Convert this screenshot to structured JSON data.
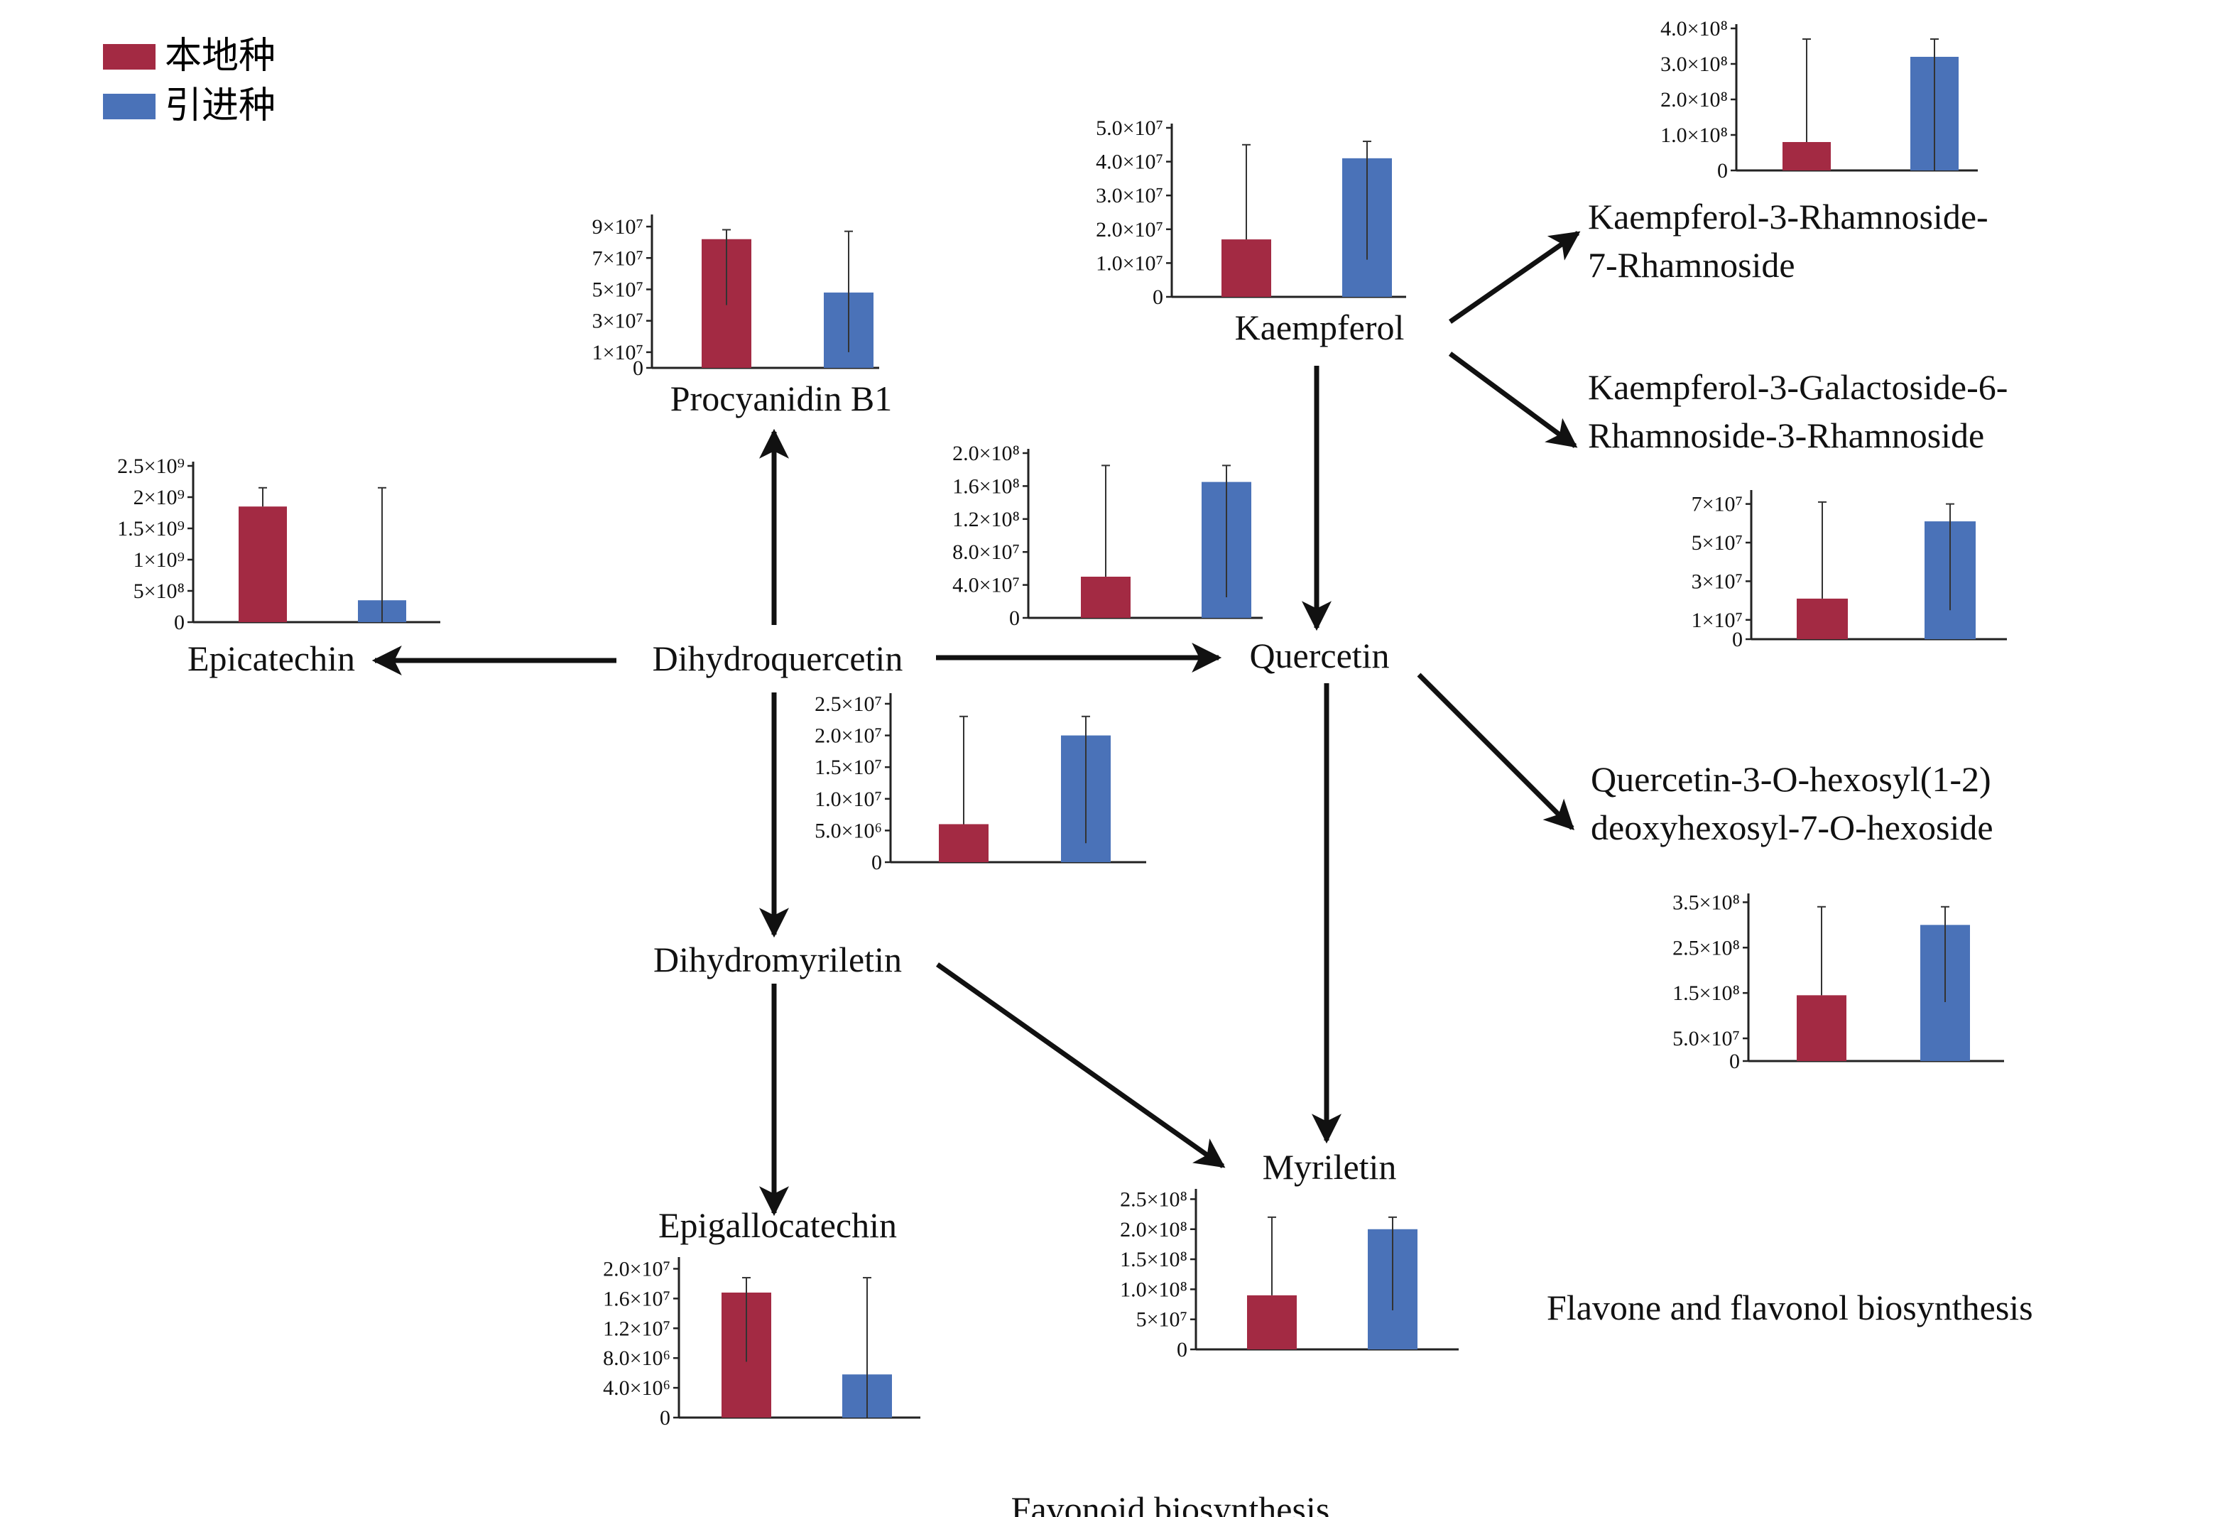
{
  "colors": {
    "local": "#a32a43",
    "introduced": "#4a72b8",
    "axis": "#222222",
    "arrow": "#111111"
  },
  "legend": [
    {
      "label": "本地种",
      "color": "#a32a43"
    },
    {
      "label": "引进种",
      "color": "#4a72b8"
    }
  ],
  "compounds": {
    "kaempferol": "Kaempferol",
    "procyanidin": "Procyanidin B1",
    "epicatechin": "Epicatechin",
    "dihydroquercetin": "Dihydroquercetin",
    "quercetin": "Quercetin",
    "dihydromyriletin": "Dihydromyriletin",
    "epigallocatechin": "Epigallocatechin",
    "myriletin": "Myriletin",
    "kae_rham_1": "Kaempferol-3-Rhamnoside-",
    "kae_rham_2": "7-Rhamnoside",
    "kae_gal_1": "Kaempferol-3-Galactoside-6-",
    "kae_gal_2": "Rhamnoside-3-Rhamnoside",
    "que_hex_1": "Quercetin-3-O-hexosyl(1-2)",
    "que_hex_2": "deoxyhexosyl-7-O-hexoside"
  },
  "pathways": {
    "flavone": "Flavone and flavonol biosynthesis",
    "flavonoid": "Favonoid biosynthesis"
  },
  "chart_data": [
    {
      "id": "kaempferol",
      "type": "bar",
      "categories": [
        "本地种",
        "引进种"
      ],
      "values": [
        17000000.0,
        41000000.0
      ],
      "errors": [
        [
          17000000.0,
          45000000.0
        ],
        [
          11000000.0,
          46000000.0
        ]
      ],
      "ylim": [
        0,
        50000000.0
      ],
      "ticks": [
        {
          "v": 0,
          "label": "0"
        },
        {
          "v": 10000000.0,
          "label": "1.0×10⁷"
        },
        {
          "v": 20000000.0,
          "label": "2.0×10⁷"
        },
        {
          "v": 30000000.0,
          "label": "3.0×10⁷"
        },
        {
          "v": 40000000.0,
          "label": "4.0×10⁷"
        },
        {
          "v": 50000000.0,
          "label": "5.0×10⁷"
        }
      ]
    },
    {
      "id": "kae_rham",
      "type": "bar",
      "categories": [
        "本地种",
        "引进种"
      ],
      "values": [
        80000000.0,
        320000000.0
      ],
      "errors": [
        [
          80000000.0,
          370000000.0
        ],
        [
          0,
          370000000.0
        ]
      ],
      "ylim": [
        0,
        400000000.0
      ],
      "ticks": [
        {
          "v": 0,
          "label": "0"
        },
        {
          "v": 100000000.0,
          "label": "1.0×10⁸"
        },
        {
          "v": 200000000.0,
          "label": "2.0×10⁸"
        },
        {
          "v": 300000000.0,
          "label": "3.0×10⁸"
        },
        {
          "v": 400000000.0,
          "label": "4.0×10⁸"
        }
      ]
    },
    {
      "id": "procyanidin",
      "type": "bar",
      "categories": [
        "本地种",
        "引进种"
      ],
      "values": [
        82000000.0,
        48000000.0
      ],
      "errors": [
        [
          40000000.0,
          88000000.0
        ],
        [
          10000000.0,
          87000000.0
        ]
      ],
      "ylim": [
        0,
        95000000.0
      ],
      "ticks": [
        {
          "v": 0,
          "label": "0"
        },
        {
          "v": 10000000.0,
          "label": "1×10⁷"
        },
        {
          "v": 30000000.0,
          "label": "3×10⁷"
        },
        {
          "v": 50000000.0,
          "label": "5×10⁷"
        },
        {
          "v": 70000000.0,
          "label": "7×10⁷"
        },
        {
          "v": 90000000.0,
          "label": "9×10⁷"
        }
      ]
    },
    {
      "id": "epicatechin",
      "type": "bar",
      "categories": [
        "本地种",
        "引进种"
      ],
      "values": [
        1850000000.0,
        350000000.0
      ],
      "errors": [
        [
          1850000000.0,
          2150000000.0
        ],
        [
          0,
          2150000000.0
        ]
      ],
      "ylim": [
        0,
        2500000000.0
      ],
      "ticks": [
        {
          "v": 0,
          "label": "0"
        },
        {
          "v": 500000000.0,
          "label": "5×10⁸"
        },
        {
          "v": 1000000000.0,
          "label": "1×10⁹"
        },
        {
          "v": 1500000000.0,
          "label": "1.5×10⁹"
        },
        {
          "v": 2000000000.0,
          "label": "2×10⁹"
        },
        {
          "v": 2500000000.0,
          "label": "2.5×10⁹"
        }
      ]
    },
    {
      "id": "quercetin",
      "type": "bar",
      "categories": [
        "本地种",
        "引进种"
      ],
      "values": [
        50000000.0,
        165000000.0
      ],
      "errors": [
        [
          50000000.0,
          185000000.0
        ],
        [
          25000000.0,
          185000000.0
        ]
      ],
      "ylim": [
        0,
        200000000.0
      ],
      "ticks": [
        {
          "v": 0,
          "label": "0"
        },
        {
          "v": 40000000.0,
          "label": "4.0×10⁷"
        },
        {
          "v": 80000000.0,
          "label": "8.0×10⁷"
        },
        {
          "v": 120000000.0,
          "label": "1.2×10⁸"
        },
        {
          "v": 160000000.0,
          "label": "1.6×10⁸"
        },
        {
          "v": 200000000.0,
          "label": "2.0×10⁸"
        }
      ]
    },
    {
      "id": "kae_gal",
      "type": "bar",
      "categories": [
        "本地种",
        "引进种"
      ],
      "values": [
        21000000.0,
        61000000.0
      ],
      "errors": [
        [
          21000000.0,
          71000000.0
        ],
        [
          15000000.0,
          70000000.0
        ]
      ],
      "ylim": [
        0,
        75000000.0
      ],
      "ticks": [
        {
          "v": 0,
          "label": "0"
        },
        {
          "v": 10000000.0,
          "label": "1×10⁷"
        },
        {
          "v": 30000000.0,
          "label": "3×10⁷"
        },
        {
          "v": 50000000.0,
          "label": "5×10⁷"
        },
        {
          "v": 70000000.0,
          "label": "7×10⁷"
        }
      ]
    },
    {
      "id": "dihydromyri",
      "type": "bar",
      "categories": [
        "本地种",
        "引进种"
      ],
      "values": [
        6000000.0,
        20000000.0
      ],
      "errors": [
        [
          6000000.0,
          23000000.0
        ],
        [
          3000000.0,
          23000000.0
        ]
      ],
      "ylim": [
        0,
        26000000.0
      ],
      "ticks": [
        {
          "v": 0,
          "label": "0"
        },
        {
          "v": 5000000.0,
          "label": "5.0×10⁶"
        },
        {
          "v": 10000000.0,
          "label": "1.0×10⁷"
        },
        {
          "v": 15000000.0,
          "label": "1.5×10⁷"
        },
        {
          "v": 20000000.0,
          "label": "2.0×10⁷"
        },
        {
          "v": 25000000.0,
          "label": "2.5×10⁷"
        }
      ]
    },
    {
      "id": "que_hex",
      "type": "bar",
      "categories": [
        "本地种",
        "引进种"
      ],
      "values": [
        145000000.0,
        300000000.0
      ],
      "errors": [
        [
          145000000.0,
          340000000.0
        ],
        [
          130000000.0,
          340000000.0
        ]
      ],
      "ylim": [
        0,
        360000000.0
      ],
      "ticks": [
        {
          "v": 0,
          "label": "0"
        },
        {
          "v": 50000000.0,
          "label": "5.0×10⁷"
        },
        {
          "v": 150000000.0,
          "label": "1.5×10⁸"
        },
        {
          "v": 250000000.0,
          "label": "2.5×10⁸"
        },
        {
          "v": 350000000.0,
          "label": "3.5×10⁸"
        }
      ]
    },
    {
      "id": "epigallo",
      "type": "bar",
      "categories": [
        "本地种",
        "引进种"
      ],
      "values": [
        16800000.0,
        5800000.0
      ],
      "errors": [
        [
          7500000.0,
          18800000.0
        ],
        [
          0,
          18800000.0
        ]
      ],
      "ylim": [
        0,
        21000000.0
      ],
      "ticks": [
        {
          "v": 0,
          "label": "0"
        },
        {
          "v": 4000000.0,
          "label": "4.0×10⁶"
        },
        {
          "v": 8000000.0,
          "label": "8.0×10⁶"
        },
        {
          "v": 12000000.0,
          "label": "1.2×10⁷"
        },
        {
          "v": 16000000.0,
          "label": "1.6×10⁷"
        },
        {
          "v": 20000000.0,
          "label": "2.0×10⁷"
        }
      ]
    },
    {
      "id": "myriletin",
      "type": "bar",
      "categories": [
        "本地种",
        "引进种"
      ],
      "values": [
        90000000.0,
        200000000.0
      ],
      "errors": [
        [
          90000000.0,
          220000000.0
        ],
        [
          65000000.0,
          220000000.0
        ]
      ],
      "ylim": [
        0,
        260000000.0
      ],
      "ticks": [
        {
          "v": 0,
          "label": "0"
        },
        {
          "v": 50000000.0,
          "label": "5×10⁷"
        },
        {
          "v": 100000000.0,
          "label": "1.0×10⁸"
        },
        {
          "v": 150000000.0,
          "label": "1.5×10⁸"
        },
        {
          "v": 200000000.0,
          "label": "2.0×10⁸"
        },
        {
          "v": 250000000.0,
          "label": "2.5×10⁸"
        }
      ]
    }
  ]
}
